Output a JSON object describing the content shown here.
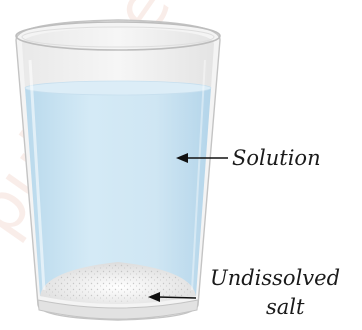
{
  "labels": {
    "solution": "Solution",
    "undissolved_line1": "Undissolved",
    "undissolved_line2": "salt"
  },
  "colors": {
    "solution_fill": "#cfe6f3",
    "glass_rim": "#e6e6e6",
    "glass_outline": "#bdbdbd",
    "salt": "#f2f2f2",
    "arrow": "#111111",
    "text": "#1a1a1a"
  },
  "watermark": "published"
}
